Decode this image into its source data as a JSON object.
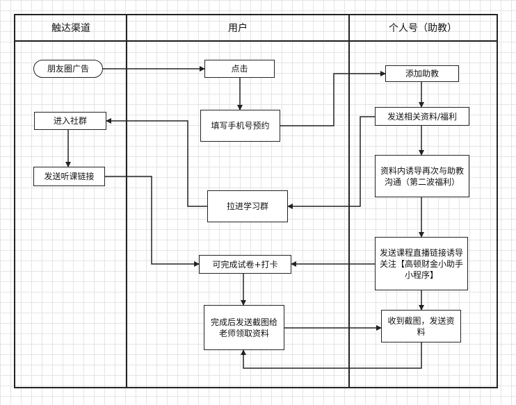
{
  "lanes": [
    {
      "label": "触达渠道"
    },
    {
      "label": "用户"
    },
    {
      "label": "个人号（助教）"
    }
  ],
  "nodes": {
    "moments_ad": "朋友圈广告",
    "click": "点击",
    "fill_phone": "填写手机号预约",
    "add_assistant": "添加助教",
    "send_materials": "发送相关资料/福利",
    "join_group": "进入社群",
    "send_link": "发送听课链接",
    "guide_again": "资料内诱导再次与助教沟通（第二波福利）",
    "pull_group": "拉进学习群",
    "live_link": "发送课程直播链接诱导关注【高顿财金小助手小程序】",
    "quiz_checkin": "可完成试卷+打卡",
    "screenshot": "完成后发送截图给老师领取资料",
    "receive_send": "收到截图，发送资料"
  },
  "colors": {
    "line": "#222222",
    "grid": "#e4e4e4"
  }
}
